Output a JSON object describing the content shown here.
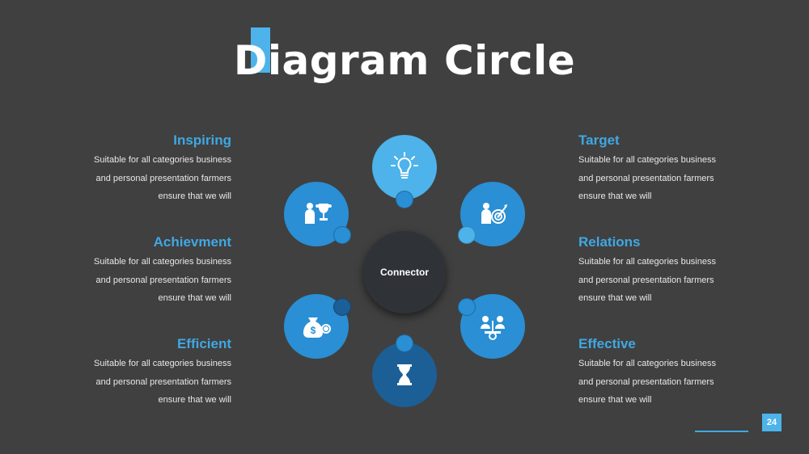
{
  "title": "Diagram Circle",
  "hub_label": "Connector",
  "page_number": "24",
  "colors": {
    "background": "#404040",
    "accent": "#4db3ea",
    "heading": "#3fa8e3",
    "node_light": "#4db3ea",
    "node_mid": "#2a8fd4",
    "node_dark": "#1b5f96",
    "hub": "#2f3338"
  },
  "left_blocks": [
    {
      "heading": "Inspiring",
      "lines": [
        "Suitable for all categories business",
        "and personal presentation farmers",
        "ensure that we will"
      ]
    },
    {
      "heading": "Achievment",
      "lines": [
        "Suitable for all categories business",
        "and personal presentation farmers",
        "ensure that we will"
      ]
    },
    {
      "heading": "Efficient",
      "lines": [
        "Suitable for all categories business",
        "and personal presentation farmers",
        "ensure that we will"
      ]
    }
  ],
  "right_blocks": [
    {
      "heading": "Target",
      "lines": [
        "Suitable for all categories business",
        "and personal presentation farmers",
        "ensure that we will"
      ]
    },
    {
      "heading": "Relations",
      "lines": [
        "Suitable for all categories business",
        "and personal presentation farmers",
        "ensure that we will"
      ]
    },
    {
      "heading": "Effective",
      "lines": [
        "Suitable for all categories business",
        "and personal presentation farmers",
        "ensure that we will"
      ]
    }
  ],
  "nodes": [
    {
      "icon": "lightbulb-icon"
    },
    {
      "icon": "businessman-target-icon"
    },
    {
      "icon": "people-balance-icon"
    },
    {
      "icon": "hourglass-icon"
    },
    {
      "icon": "money-bag-icon"
    },
    {
      "icon": "businessman-trophy-icon"
    }
  ]
}
